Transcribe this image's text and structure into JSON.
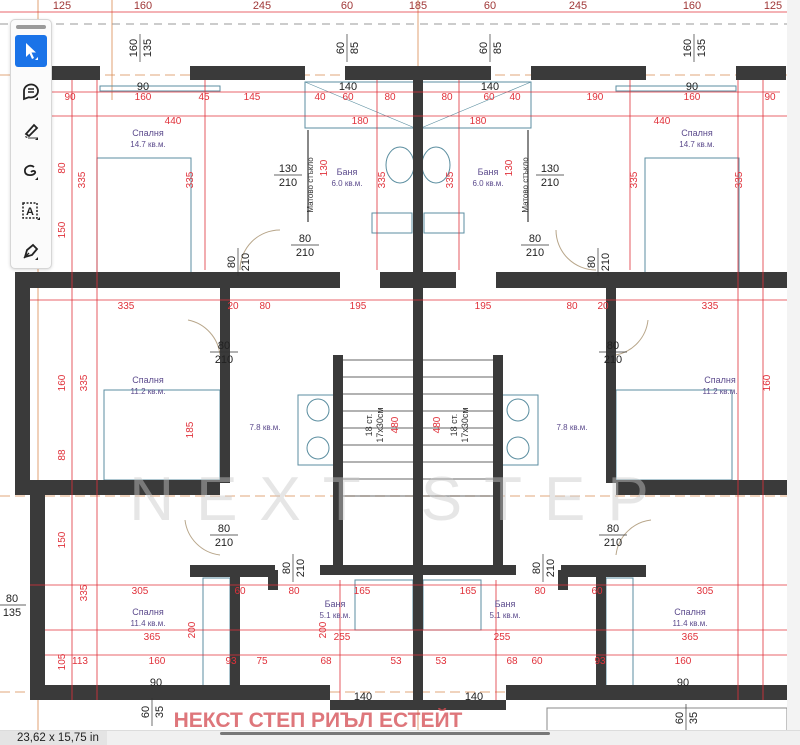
{
  "toolbar": {
    "tools": [
      {
        "name": "select",
        "icon": "arrow-pointer-icon",
        "active": true
      },
      {
        "name": "comment",
        "icon": "speech-bubble-icon",
        "active": false
      },
      {
        "name": "highlight",
        "icon": "highlighter-icon",
        "active": false
      },
      {
        "name": "draw",
        "icon": "freehand-loop-icon",
        "active": false
      },
      {
        "name": "text-box",
        "icon": "text-box-icon",
        "active": false
      },
      {
        "name": "sign",
        "icon": "pen-sign-icon",
        "active": false
      }
    ]
  },
  "status": {
    "page_size": "23,62 x 15,75 in"
  },
  "colors": {
    "wall": "#3a3a3a",
    "dimension": "#e0313a",
    "room_label": "#5b4a8c",
    "fixture": "#5b8ea0",
    "accent": "#1a73e8"
  },
  "plan": {
    "rooms": [
      {
        "name": "Спалня",
        "area": "14.7 кв.м."
      },
      {
        "name": "Спалня",
        "area": "14.7 кв.м."
      },
      {
        "name": "Баня",
        "area": "6.0 кв.м."
      },
      {
        "name": "Баня",
        "area": "6.0 кв.м."
      },
      {
        "name": "Спалня",
        "area": "11.2 кв.м."
      },
      {
        "name": "Спалня",
        "area": "11.2 кв.м."
      },
      {
        "name": "",
        "area": "7.8 кв.м."
      },
      {
        "name": "",
        "area": "7.8 кв.м."
      },
      {
        "name": "Спалня",
        "area": "11.4 кв.м."
      },
      {
        "name": "Спалня",
        "area": "11.4 кв.м."
      },
      {
        "name": "Баня",
        "area": "5.1 кв.м."
      },
      {
        "name": "Баня",
        "area": "5.1 кв.м."
      }
    ],
    "glass_note": "Матово стъкло",
    "stairs": {
      "steps": "18 ст.",
      "size": "17x30см"
    },
    "top_dimensions": [
      "125",
      "160",
      "245",
      "60",
      "185",
      "60",
      "245",
      "160",
      "125"
    ],
    "dimensions": [
      "90",
      "160",
      "45",
      "145",
      "40",
      "60",
      "80",
      "80",
      "60",
      "40",
      "190",
      "160",
      "90",
      "440",
      "180",
      "180",
      "440",
      "335",
      "335",
      "335",
      "335",
      "335",
      "335",
      "150",
      "80",
      "130",
      "130",
      "335",
      "195",
      "195",
      "335",
      "20",
      "80",
      "80",
      "20",
      "160",
      "335",
      "185",
      "88",
      "160",
      "150",
      "335",
      "305",
      "60",
      "80",
      "165",
      "165",
      "80",
      "60",
      "305",
      "365",
      "255",
      "255",
      "365",
      "113",
      "160",
      "93",
      "75",
      "68",
      "53",
      "53",
      "68",
      "60",
      "93",
      "160",
      "105",
      "200",
      "200",
      "480",
      "480"
    ],
    "openings": [
      {
        "num": "160",
        "den": "135"
      },
      {
        "num": "160",
        "den": "135"
      },
      {
        "num": "60",
        "den": "85"
      },
      {
        "num": "60",
        "den": "85"
      },
      {
        "num": "130",
        "den": "210"
      },
      {
        "num": "130",
        "den": "210"
      },
      {
        "num": "80",
        "den": "210"
      },
      {
        "num": "80",
        "den": "210"
      },
      {
        "num": "80",
        "den": "210"
      },
      {
        "num": "80",
        "den": "210"
      },
      {
        "num": "80",
        "den": "210"
      },
      {
        "num": "80",
        "den": "210"
      },
      {
        "num": "80",
        "den": "210"
      },
      {
        "num": "80",
        "den": "210"
      },
      {
        "num": "80",
        "den": "210"
      },
      {
        "num": "80",
        "den": "210"
      },
      {
        "num": "80",
        "den": "135"
      },
      {
        "num": "60",
        "den": "35"
      },
      {
        "num": "60",
        "den": "35"
      }
    ],
    "window_widths": [
      "140",
      "140",
      "90",
      "90",
      "90",
      "90",
      "140",
      "140"
    ],
    "watermark_cyrillic": "НЕКСТ СТЕП РИЪЛ ЕСТЕЙТ",
    "watermark_latin": "NEXT STEP"
  }
}
